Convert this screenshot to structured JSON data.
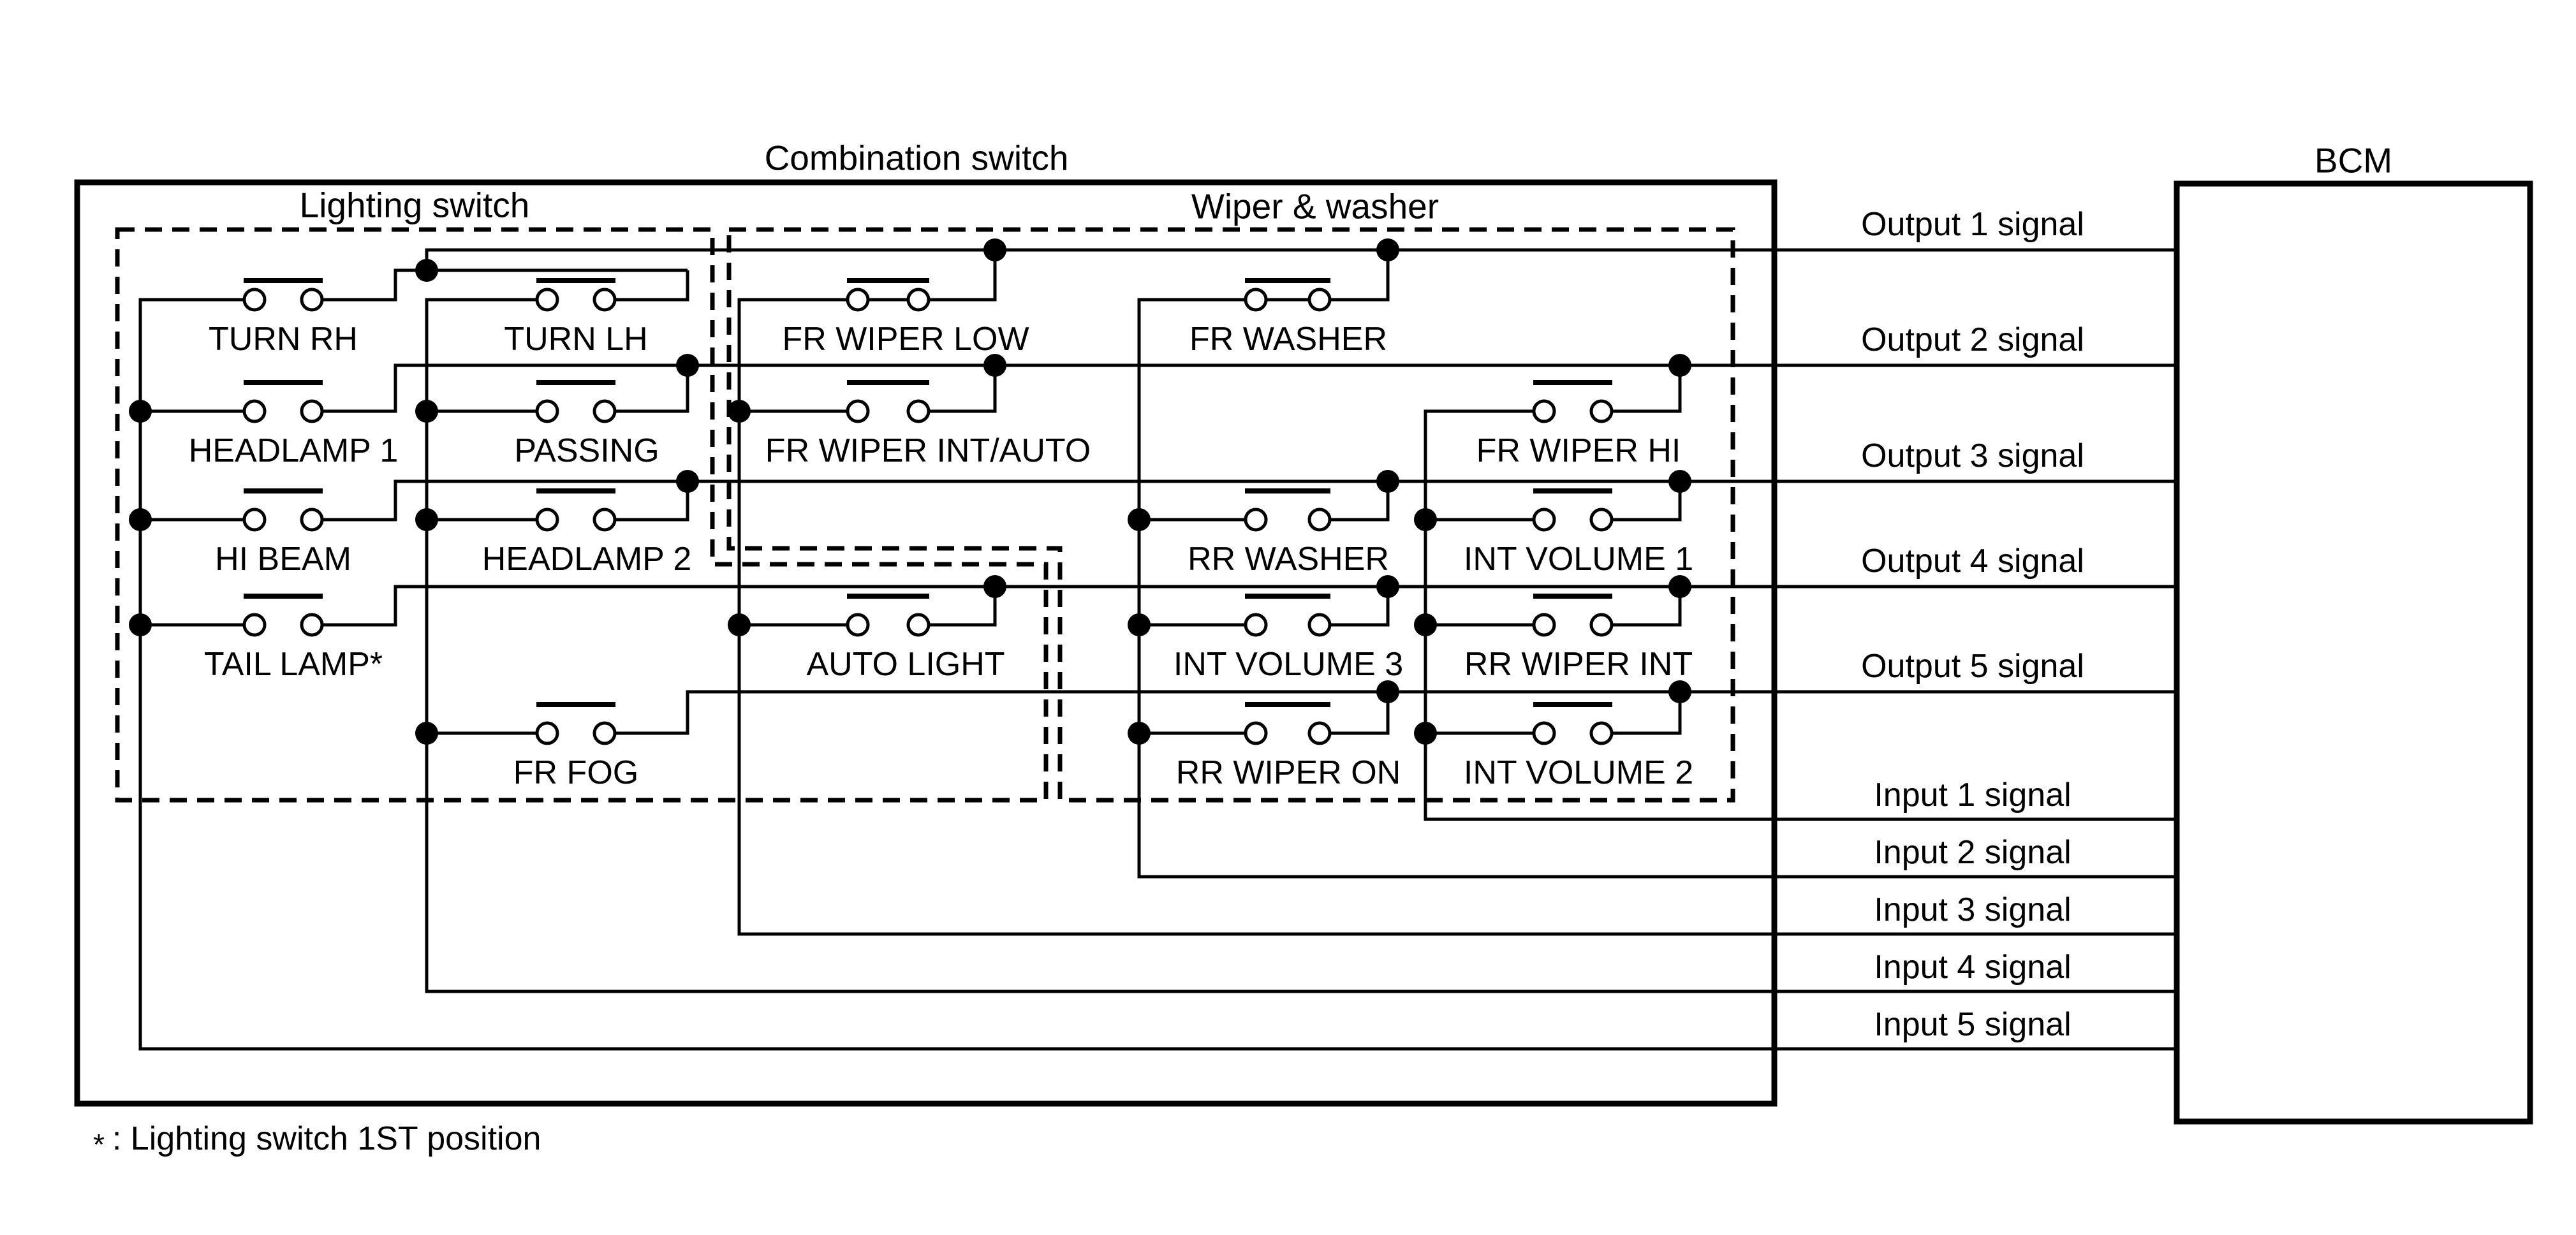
{
  "colors": {
    "ink": "#000000",
    "bg": "#ffffff"
  },
  "titles": {
    "combination_switch": "Combination switch",
    "bcm": "BCM",
    "lighting_switch": "Lighting switch",
    "wiper_washer": "Wiper & washer"
  },
  "switches": [
    {
      "id": "turn-rh",
      "label": "TURN RH"
    },
    {
      "id": "headlamp-1",
      "label": "HEADLAMP 1"
    },
    {
      "id": "hi-beam",
      "label": "HI BEAM"
    },
    {
      "id": "tail-lamp",
      "label": "TAIL LAMP*"
    },
    {
      "id": "turn-lh",
      "label": "TURN LH"
    },
    {
      "id": "passing",
      "label": "PASSING"
    },
    {
      "id": "headlamp-2",
      "label": "HEADLAMP 2"
    },
    {
      "id": "fr-fog",
      "label": "FR FOG"
    },
    {
      "id": "fr-wiper-low",
      "label": "FR WIPER LOW"
    },
    {
      "id": "fr-wiper-int-auto",
      "label": "FR WIPER INT/AUTO"
    },
    {
      "id": "auto-light",
      "label": "AUTO LIGHT"
    },
    {
      "id": "fr-washer",
      "label": "FR WASHER"
    },
    {
      "id": "rr-washer",
      "label": "RR WASHER"
    },
    {
      "id": "int-volume-3",
      "label": "INT VOLUME 3"
    },
    {
      "id": "rr-wiper-on",
      "label": "RR WIPER ON"
    },
    {
      "id": "fr-wiper-hi",
      "label": "FR WIPER HI"
    },
    {
      "id": "int-volume-1",
      "label": "INT VOLUME 1"
    },
    {
      "id": "rr-wiper-int",
      "label": "RR WIPER INT"
    },
    {
      "id": "int-volume-2",
      "label": "INT VOLUME 2"
    }
  ],
  "signals": {
    "outputs": [
      "Output 1 signal",
      "Output 2 signal",
      "Output 3 signal",
      "Output 4 signal",
      "Output 5 signal"
    ],
    "inputs": [
      "Input 1 signal",
      "Input 2 signal",
      "Input 3 signal",
      "Input 4 signal",
      "Input 5 signal"
    ]
  },
  "footnote": {
    "star": "*",
    "text": ": Lighting switch 1ST position"
  }
}
